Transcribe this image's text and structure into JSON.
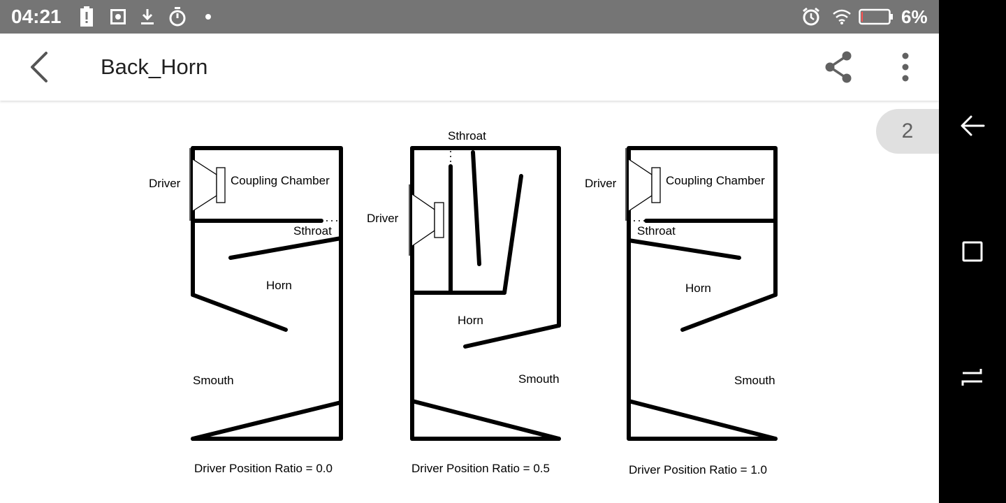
{
  "status_bar": {
    "time": "04:21",
    "battery_percent": "6%",
    "battery_level": 0.06,
    "icons": [
      "battery-alert-icon",
      "screenshot-icon",
      "download-icon",
      "timer-icon",
      "dot-icon",
      "alarm-icon",
      "wifi-icon",
      "battery-icon"
    ]
  },
  "app_bar": {
    "title": "Back_Horn",
    "icons": [
      "back-arrow-icon",
      "share-icon",
      "more-vert-icon"
    ]
  },
  "page_indicator": "2",
  "nav_bar": {
    "icons": [
      "back-icon",
      "recents-icon",
      "toggle-icon"
    ]
  },
  "diagram": {
    "panels": [
      {
        "labels": {
          "driver": "Driver",
          "chamber": "Coupling Chamber",
          "throat": "Sthroat",
          "horn": "Horn",
          "mouth": "Smouth"
        },
        "caption": "Driver Position Ratio = 0.0"
      },
      {
        "labels": {
          "driver": "Driver",
          "throat": "Sthroat",
          "horn": "Horn",
          "mouth": "Smouth"
        },
        "caption": "Driver Position Ratio = 0.5"
      },
      {
        "labels": {
          "driver": "Driver",
          "chamber": "Coupling Chamber",
          "throat": "Sthroat",
          "horn": "Horn",
          "mouth": "Smouth"
        },
        "caption": "Driver Position Ratio = 1.0"
      }
    ]
  }
}
